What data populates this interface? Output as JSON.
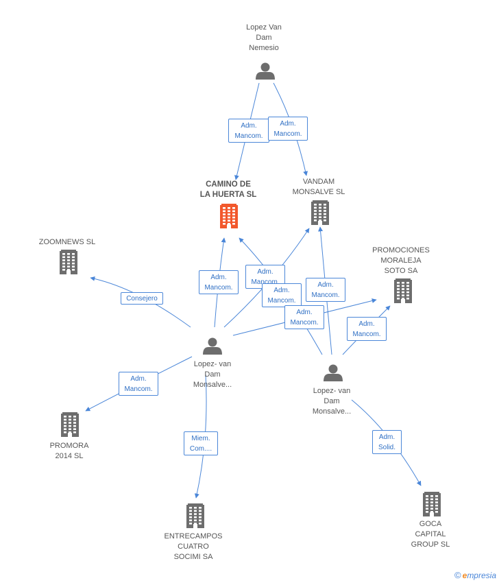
{
  "colors": {
    "edge": "#4a86d8",
    "building": "#6d6d6d",
    "building_highlight": "#f2582c",
    "person": "#6d6d6d"
  },
  "nodes": [
    {
      "id": "p1",
      "type": "person",
      "icon": "person-icon",
      "lines": [
        "Lopez Van",
        "Dam",
        "Nemesio"
      ]
    },
    {
      "id": "c0",
      "type": "company",
      "icon": "building-icon",
      "highlight": true,
      "lines": [
        "CAMINO DE",
        "LA HUERTA SL"
      ]
    },
    {
      "id": "c1",
      "type": "company",
      "icon": "building-icon",
      "lines": [
        "VANDAM",
        "MONSALVE SL"
      ]
    },
    {
      "id": "c2",
      "type": "company",
      "icon": "building-icon",
      "lines": [
        "ZOOMNEWS SL"
      ]
    },
    {
      "id": "c3",
      "type": "company",
      "icon": "building-icon",
      "lines": [
        "PROMOCIONES",
        "MORALEJA",
        "SOTO SA"
      ]
    },
    {
      "id": "p2",
      "type": "person",
      "icon": "person-icon",
      "lines": [
        "Lopez- van",
        "Dam",
        "Monsalve..."
      ]
    },
    {
      "id": "p3",
      "type": "person",
      "icon": "person-icon",
      "lines": [
        "Lopez- van",
        "Dam",
        "Monsalve..."
      ]
    },
    {
      "id": "c4",
      "type": "company",
      "icon": "building-icon",
      "lines": [
        "PROMORA",
        "2014  SL"
      ]
    },
    {
      "id": "c5",
      "type": "company",
      "icon": "building-icon",
      "lines": [
        "ENTRECAMPOS",
        "CUATRO",
        "SOCIMI SA"
      ]
    },
    {
      "id": "c6",
      "type": "company",
      "icon": "building-icon",
      "lines": [
        "GOCA",
        "CAPITAL",
        "GROUP SL"
      ]
    }
  ],
  "edges": [
    {
      "from": "p1",
      "to": "c0",
      "lines": [
        "Adm.",
        "Mancom."
      ]
    },
    {
      "from": "p1",
      "to": "c1",
      "lines": [
        "Adm.",
        "Mancom."
      ]
    },
    {
      "from": "p2",
      "to": "c0",
      "lines": [
        "Adm.",
        "Mancom."
      ]
    },
    {
      "from": "p2",
      "to": "c2",
      "lines": [
        "Consejero"
      ]
    },
    {
      "from": "p2",
      "to": "c1",
      "lines": [
        "Adm.",
        "Mancom."
      ]
    },
    {
      "from": "p3",
      "to": "c0",
      "lines": [
        "Adm.",
        "Mancom."
      ]
    },
    {
      "from": "p2",
      "to": "c3",
      "lines": [
        "Adm.",
        "Mancom."
      ]
    },
    {
      "from": "p3",
      "to": "c1",
      "lines": [
        "Adm.",
        "Mancom."
      ]
    },
    {
      "from": "p3",
      "to": "c3",
      "lines": [
        "Adm.",
        "Mancom."
      ]
    },
    {
      "from": "p2",
      "to": "c4",
      "lines": [
        "Adm.",
        "Mancom."
      ]
    },
    {
      "from": "p2",
      "to": "c5",
      "lines": [
        "Miem.",
        "Com...."
      ]
    },
    {
      "from": "p3",
      "to": "c6",
      "lines": [
        "Adm.",
        "Solid."
      ]
    }
  ],
  "footer": {
    "copyright": "©",
    "brand_first": "e",
    "brand_rest": "mpresia"
  }
}
